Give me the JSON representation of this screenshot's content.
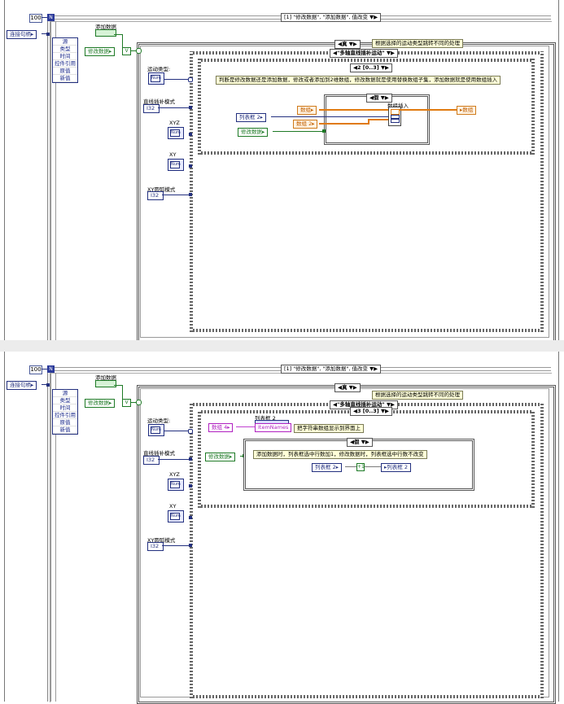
{
  "shots": [
    {
      "loop_count": "100",
      "loop_index_icon": "N",
      "connect_handle": "连接句柄",
      "add_data_label": "添加数据",
      "modify_data": "修改数据",
      "enum_items": [
        "源",
        "类型",
        "时间",
        "控件引用",
        "原值",
        "新值"
      ],
      "outer_selector": "[1] \"修改数据\", \"添加数据\", 值改变",
      "case_true": "真",
      "note_jump": "根据选择的运动类型跳转不同的处理",
      "motion_selector": "\"多轴直线插补运动\"",
      "inner_selector": "2 [0..3]",
      "motion_type_label": "运动类型:",
      "motion_type_ctrl": "Num",
      "linear_mode_label": "直线插补模式",
      "xyz_label": "XYZ",
      "xy_label": "XY",
      "xy_circle_label": "XY圆弧模式",
      "note_judge": "判断是修改数据还是添加数据，修改或者添加到2维数组，修改数据就是使用替换数组子集，添加数据就是使用数组插入",
      "list2": "列表框 2",
      "array_in": "数组",
      "array2": "数组 2",
      "false_case": "假",
      "array_insert": "数组插入",
      "array_out": "数组",
      "modify_data_ctrl": "修改数据"
    },
    {
      "loop_count": "100",
      "loop_index_icon": "N",
      "connect_handle": "连接句柄",
      "add_data_label": "添加数据",
      "modify_data": "修改数据",
      "enum_items": [
        "源",
        "类型",
        "时间",
        "控件引用",
        "原值",
        "新值"
      ],
      "outer_selector": "[1] \"修改数据\", \"添加数据\", 值改变",
      "case_true": "真",
      "note_jump": "根据选择的运动类型跳转不同的处理",
      "motion_selector": "\"多轴直线插补运动\"",
      "inner_selector": "3 [0..3]",
      "motion_type_label": "运动类型:",
      "motion_type_ctrl": "Num",
      "linear_mode_label": "直线插补模式",
      "xyz_label": "XYZ",
      "xy_label": "XY",
      "xy_circle_label": "XY圆弧模式",
      "list2_prop": "列表框 2",
      "item_names": "ItemNames",
      "array4": "数组 4",
      "note_show": "把字符串数组显示到界面上",
      "modify_data_ctrl": "修改数据",
      "false_case": "假",
      "note_add": "添加数据时，列表框选中行数加1，修改数据时，列表框选中行数不改变",
      "list2_in": "列表框 2",
      "list2_out": "列表框 2"
    }
  ]
}
